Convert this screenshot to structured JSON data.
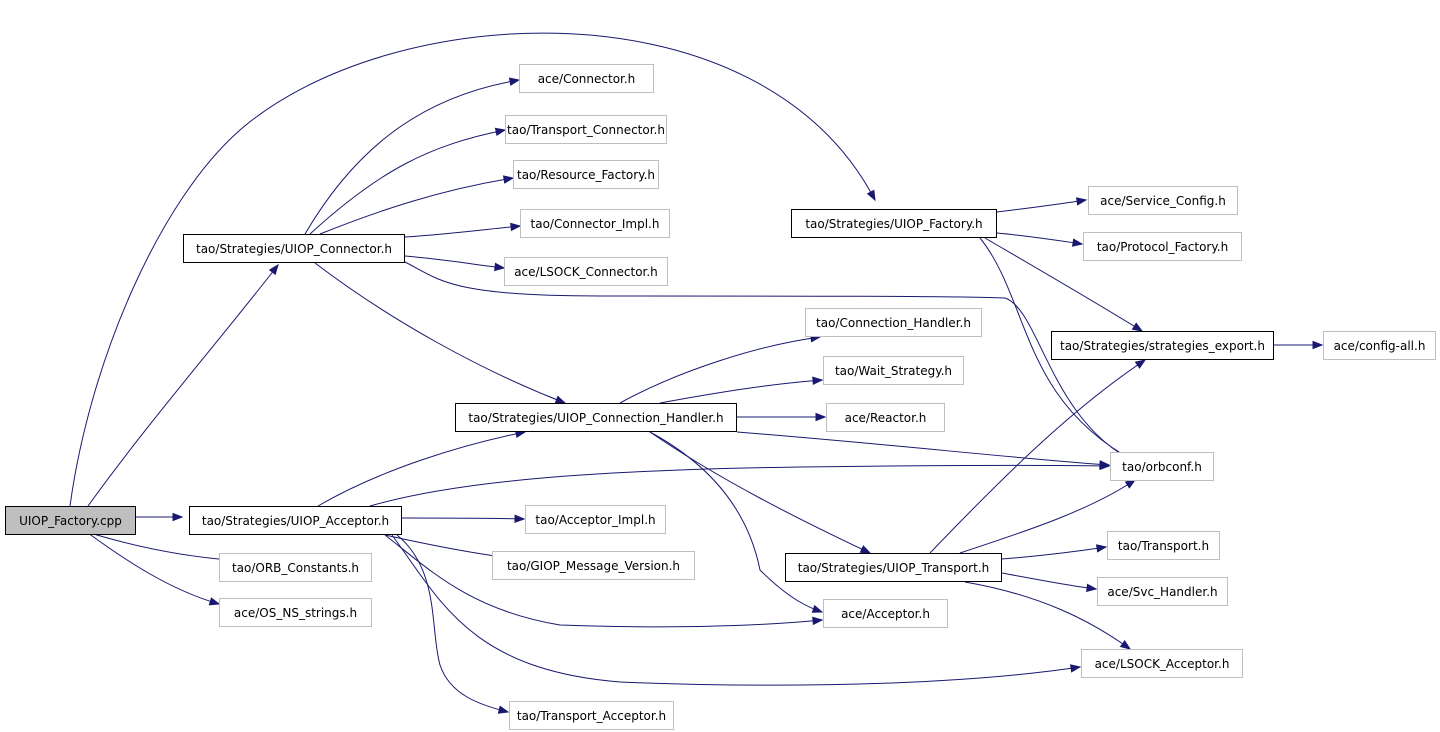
{
  "diagram": {
    "nodes": [
      {
        "id": "root",
        "label": "UIOP_Factory.cpp",
        "kind": "root"
      },
      {
        "id": "connector",
        "label": "tao/Strategies/UIOP_Connector.h",
        "kind": "main"
      },
      {
        "id": "acceptor",
        "label": "tao/Strategies/UIOP_Acceptor.h",
        "kind": "main"
      },
      {
        "id": "orb_constants",
        "label": "tao/ORB_Constants.h",
        "kind": "leaf"
      },
      {
        "id": "os_ns_strings",
        "label": "ace/OS_NS_strings.h",
        "kind": "leaf"
      },
      {
        "id": "ace_connector",
        "label": "ace/Connector.h",
        "kind": "leaf"
      },
      {
        "id": "transport_connector",
        "label": "tao/Transport_Connector.h",
        "kind": "leaf"
      },
      {
        "id": "resource_factory",
        "label": "tao/Resource_Factory.h",
        "kind": "leaf"
      },
      {
        "id": "connector_impl",
        "label": "tao/Connector_Impl.h",
        "kind": "leaf"
      },
      {
        "id": "lsock_connector",
        "label": "ace/LSOCK_Connector.h",
        "kind": "leaf"
      },
      {
        "id": "factory_h",
        "label": "tao/Strategies/UIOP_Factory.h",
        "kind": "main"
      },
      {
        "id": "service_config",
        "label": "ace/Service_Config.h",
        "kind": "leaf"
      },
      {
        "id": "protocol_factory",
        "label": "tao/Protocol_Factory.h",
        "kind": "leaf"
      },
      {
        "id": "strategies_export",
        "label": "tao/Strategies/strategies_export.h",
        "kind": "main"
      },
      {
        "id": "config_all",
        "label": "ace/config-all.h",
        "kind": "leaf"
      },
      {
        "id": "connection_handler",
        "label": "tao/Strategies/UIOP_Connection_Handler.h",
        "kind": "main"
      },
      {
        "id": "tao_connection_handler",
        "label": "tao/Connection_Handler.h",
        "kind": "leaf"
      },
      {
        "id": "wait_strategy",
        "label": "tao/Wait_Strategy.h",
        "kind": "leaf"
      },
      {
        "id": "reactor",
        "label": "ace/Reactor.h",
        "kind": "leaf"
      },
      {
        "id": "orbconf",
        "label": "tao/orbconf.h",
        "kind": "leaf"
      },
      {
        "id": "acceptor_impl",
        "label": "tao/Acceptor_Impl.h",
        "kind": "leaf"
      },
      {
        "id": "giop_message_version",
        "label": "tao/GIOP_Message_Version.h",
        "kind": "leaf"
      },
      {
        "id": "uiop_transport",
        "label": "tao/Strategies/UIOP_Transport.h",
        "kind": "main"
      },
      {
        "id": "tao_transport",
        "label": "tao/Transport.h",
        "kind": "leaf"
      },
      {
        "id": "svc_handler",
        "label": "ace/Svc_Handler.h",
        "kind": "leaf"
      },
      {
        "id": "ace_acceptor",
        "label": "ace/Acceptor.h",
        "kind": "leaf"
      },
      {
        "id": "lsock_acceptor",
        "label": "ace/LSOCK_Acceptor.h",
        "kind": "leaf"
      },
      {
        "id": "transport_acceptor",
        "label": "tao/Transport_Acceptor.h",
        "kind": "leaf"
      }
    ],
    "edges": [
      {
        "from": "root",
        "to": "factory_h"
      },
      {
        "from": "root",
        "to": "connector"
      },
      {
        "from": "root",
        "to": "acceptor"
      },
      {
        "from": "root",
        "to": "orb_constants"
      },
      {
        "from": "root",
        "to": "os_ns_strings"
      },
      {
        "from": "connector",
        "to": "ace_connector"
      },
      {
        "from": "connector",
        "to": "transport_connector"
      },
      {
        "from": "connector",
        "to": "resource_factory"
      },
      {
        "from": "connector",
        "to": "connector_impl"
      },
      {
        "from": "connector",
        "to": "lsock_connector"
      },
      {
        "from": "connector",
        "to": "orbconf"
      },
      {
        "from": "connector",
        "to": "connection_handler"
      },
      {
        "from": "factory_h",
        "to": "service_config"
      },
      {
        "from": "factory_h",
        "to": "protocol_factory"
      },
      {
        "from": "factory_h",
        "to": "strategies_export"
      },
      {
        "from": "factory_h",
        "to": "orbconf"
      },
      {
        "from": "strategies_export",
        "to": "config_all"
      },
      {
        "from": "connection_handler",
        "to": "tao_connection_handler"
      },
      {
        "from": "connection_handler",
        "to": "wait_strategy"
      },
      {
        "from": "connection_handler",
        "to": "reactor"
      },
      {
        "from": "connection_handler",
        "to": "orbconf"
      },
      {
        "from": "connection_handler",
        "to": "uiop_transport"
      },
      {
        "from": "connection_handler",
        "to": "ace_acceptor"
      },
      {
        "from": "acceptor",
        "to": "connection_handler"
      },
      {
        "from": "acceptor",
        "to": "orbconf"
      },
      {
        "from": "acceptor",
        "to": "acceptor_impl"
      },
      {
        "from": "acceptor",
        "to": "giop_message_version"
      },
      {
        "from": "acceptor",
        "to": "ace_acceptor"
      },
      {
        "from": "acceptor",
        "to": "lsock_acceptor"
      },
      {
        "from": "acceptor",
        "to": "transport_acceptor"
      },
      {
        "from": "uiop_transport",
        "to": "strategies_export"
      },
      {
        "from": "uiop_transport",
        "to": "orbconf"
      },
      {
        "from": "uiop_transport",
        "to": "tao_transport"
      },
      {
        "from": "uiop_transport",
        "to": "svc_handler"
      },
      {
        "from": "uiop_transport",
        "to": "lsock_acceptor"
      }
    ]
  }
}
